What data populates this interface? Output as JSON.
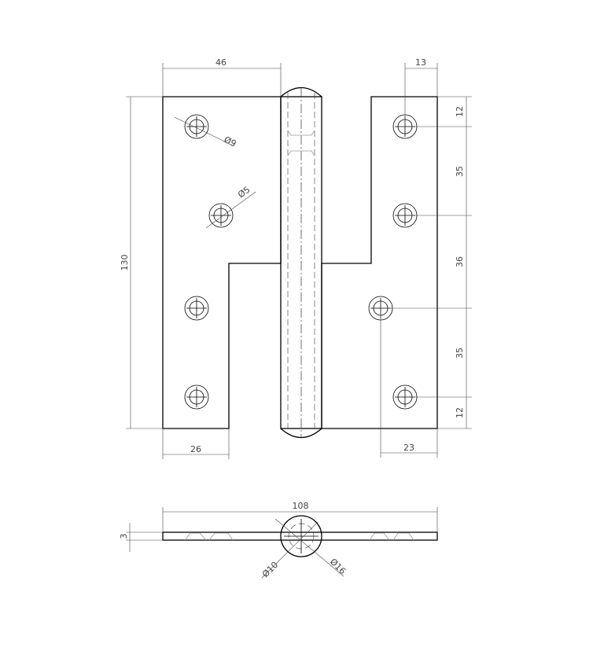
{
  "front_view": {
    "dimensions": {
      "width_left_top": "46",
      "hole_offset_top_right": "13",
      "height_total": "130",
      "right_12_top": "12",
      "right_35_a": "35",
      "right_36": "36",
      "right_35_b": "35",
      "right_12_bottom": "12",
      "width_left_bottom": "26",
      "width_right_bottom": "23",
      "hole_dia_outer": "Ø9",
      "hole_dia_inner": "Ø5"
    }
  },
  "side_view": {
    "dimensions": {
      "length_total": "108",
      "thickness": "3",
      "pin_dia": "Ø10",
      "knuckle_dia": "Ø16"
    }
  }
}
